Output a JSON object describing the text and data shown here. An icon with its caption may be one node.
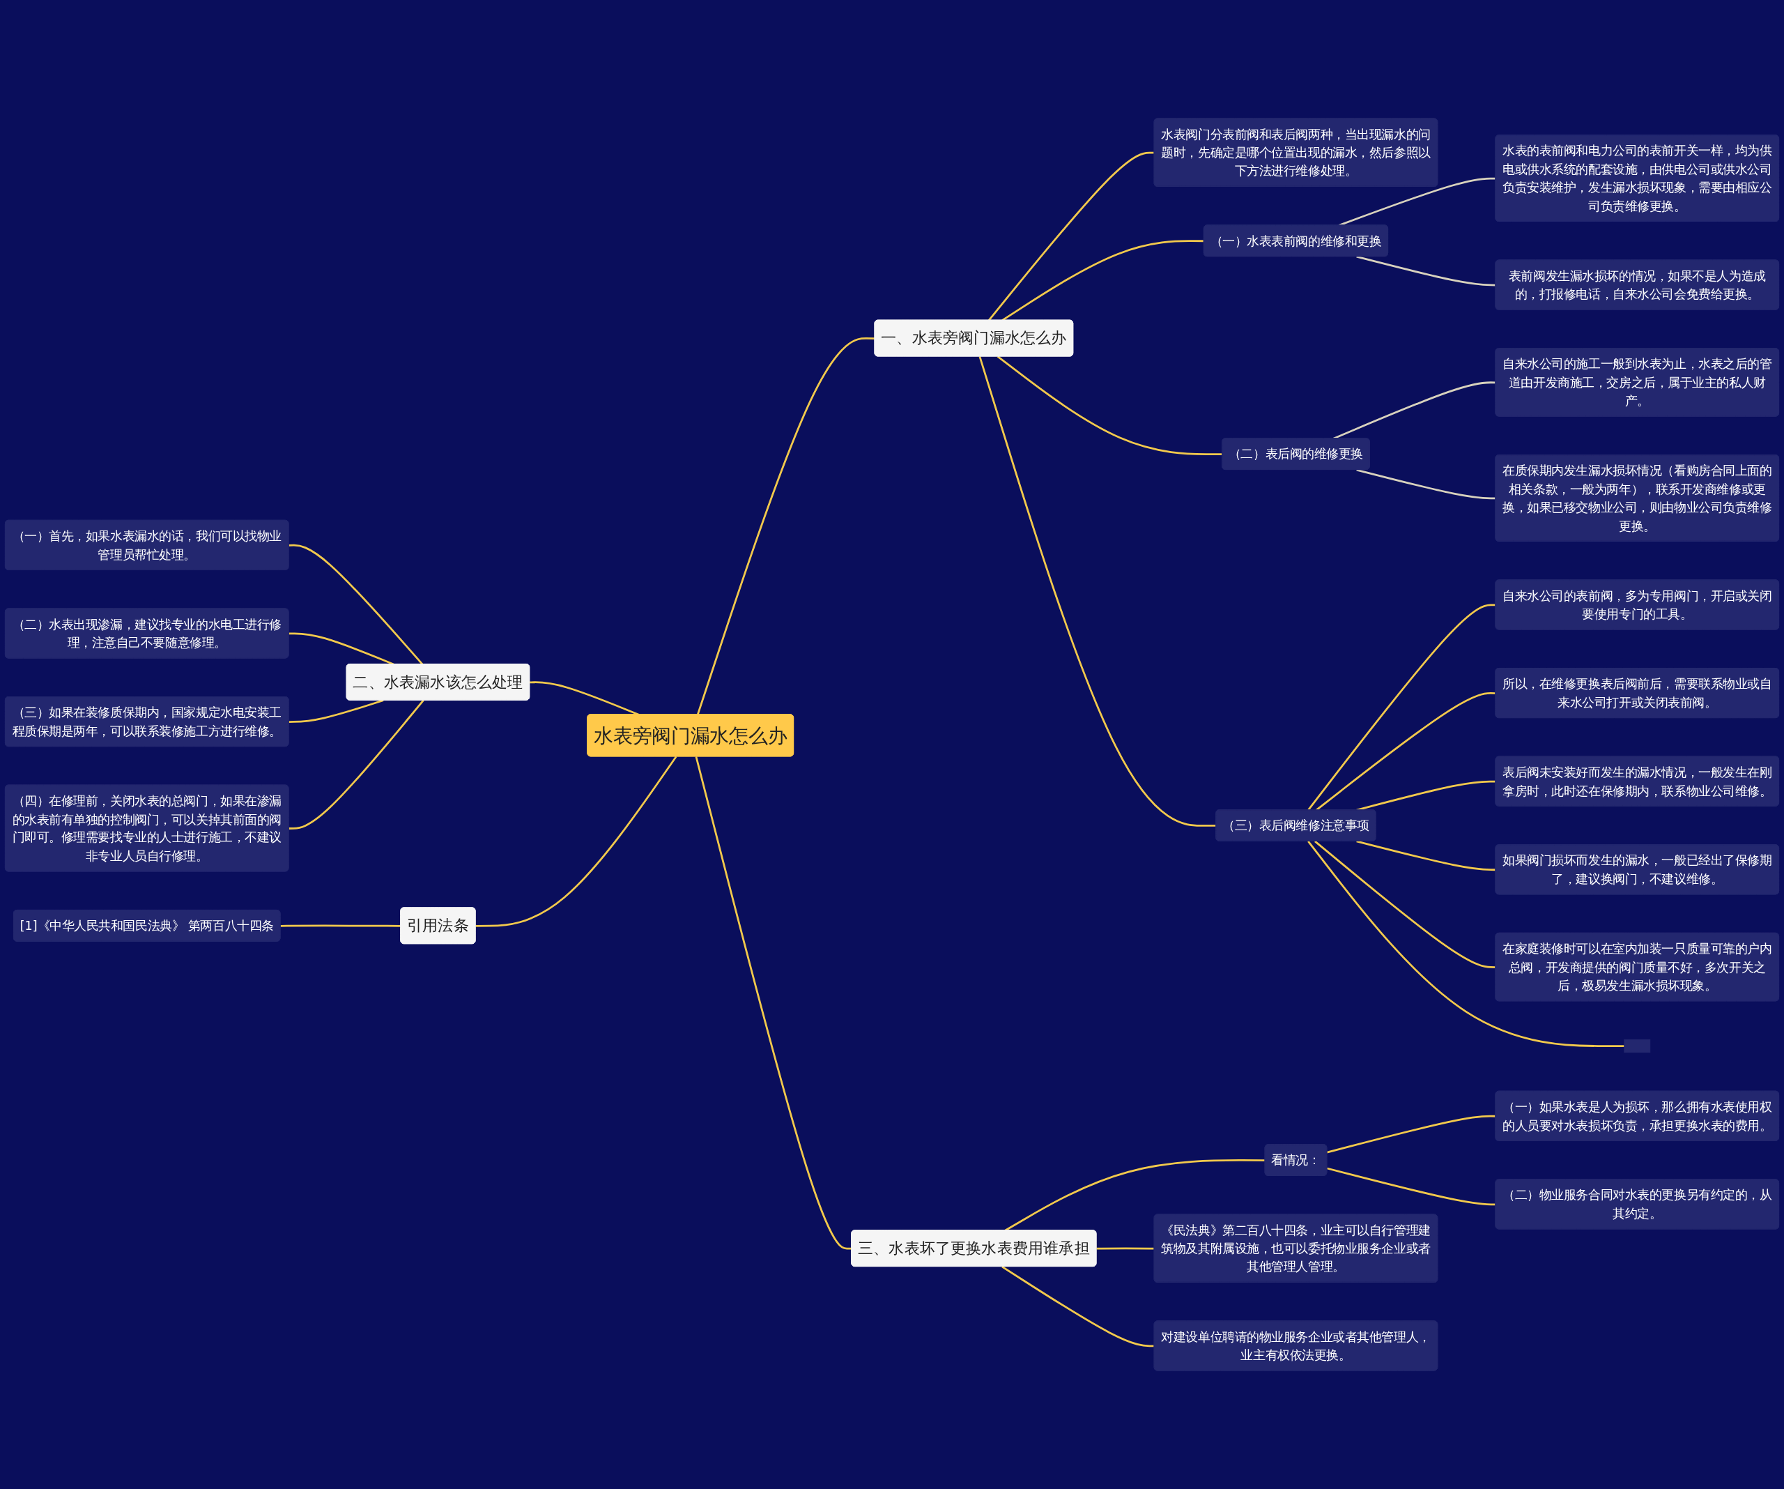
{
  "diagram": {
    "nodes": [
      {
        "text": [
          "水表旁阀门漏水怎么办"
        ]
      },
      {
        "text": [
          "一、水表旁阀门漏水怎么办"
        ]
      },
      {
        "text": [
          "水表阀门分表前阀和表后阀两种，当出现漏水的问题时，先确定是哪个位置出现的漏水，然后参照以下方法进行维修处理。"
        ]
      },
      {
        "text": [
          "（一）水表表前阀的维修和更换"
        ]
      },
      {
        "text": [
          "水表的表前阀和电力公司的表前开关一样，均为供电或供水系统的配套设施，由供电公司或供水公司负责安装维护，发生漏水损坏现象，需要由相应公司负责维修更换。"
        ]
      },
      {
        "text": [
          "表前阀发生漏水损坏的情况，如果不是人为造成的，打报修电话，自来水公司会免费给更换。"
        ]
      },
      {
        "text": [
          "（二）表后阀的维修更换"
        ]
      },
      {
        "text": [
          "自来水公司的施工一般到水表为止，水表之后的管道由开发商施工，交房之后，属于业主的私人财产。"
        ]
      },
      {
        "text": [
          "在质保期内发生漏水损坏情况（看购房合同上面的相关条款，一般为两年），联系开发商维修或更换，如果已移交物业公司，则由物业公司负责维修更换。"
        ]
      },
      {
        "text": [
          "（三）表后阀维修注意事项"
        ]
      },
      {
        "text": [
          "自来水公司的表前阀，多为专用阀门，开启或关闭要使用专门的工具。"
        ]
      },
      {
        "text": [
          "所以，在维修更换表后阀前后，需要联系物业或自来水公司打开或关闭表前阀。"
        ]
      },
      {
        "text": [
          "表后阀未安装好而发生的漏水情况，一般发生在刚拿房时，此时还在保修期内，联系物业公司维修。"
        ]
      },
      {
        "text": [
          "如果阀门损坏而发生的漏水，一般已经出了保修期了，建议换阀门，不建议维修。"
        ]
      },
      {
        "text": [
          "在家庭装修时可以在室内加装一只质量可靠的户内总阀，开发商提供的阀门质量不好，多次开关之后，极易发生漏水损坏现象。"
        ]
      },
      {
        "text": [],
        "shape": "box"
      },
      {
        "text": [
          "三、水表坏了更换水表费用谁承担"
        ]
      },
      {
        "text": [
          "看情况："
        ]
      },
      {
        "text": [
          "（一）如果水表是人为损坏，那么拥有水表使用权的人员要对水表损坏负责，承担更换水表的费用。"
        ]
      },
      {
        "text": [
          "（二）物业服务合同对水表的更换另有约定的，从其约定。"
        ]
      },
      {
        "text": [
          "《民法典》第二百八十四条，业主可以自行管理建筑物及其附属设施，也可以委托物业服务企业或者其他管理人管理。"
        ]
      },
      {
        "text": [
          "对建设单位聘请的物业服务企业或者其他管理人，业主有权依法更换。"
        ]
      },
      {
        "text": [
          "二、水表漏水该怎么处理"
        ]
      },
      {
        "text": [
          "（一）首先，如果水表漏水的话，我们可以找物业管理员帮忙处理。"
        ]
      },
      {
        "text": [
          "（二）水表出现渗漏，建议找专业的水电工进行修理，注意自己不要随意修理。"
        ]
      },
      {
        "text": [
          "（三）如果在装修质保期内，国家规定水电安装工程质保期是两年，可以联系装修施工方进行维修。"
        ]
      },
      {
        "text": [
          "（四）在修理前，关闭水表的总阀门，如果在渗漏的水表前有单独的控制阀门，可以关掉其前面的阀门即可。修理需要找专业的人士进行施工，不建议非专业人员自行修理。"
        ]
      },
      {
        "text": [
          "引用法条"
        ]
      },
      {
        "text": [
          "[1]《中华人民共和国民法典》 第两百八十四条"
        ]
      }
    ],
    "edges": [
      {
        "from": 0,
        "to": 1,
        "arrow": "none"
      },
      {
        "from": 1,
        "to": 2,
        "arrow": "none"
      },
      {
        "from": 1,
        "to": 3,
        "arrow": "none"
      },
      {
        "from": 3,
        "to": 4,
        "arrow": "none",
        "color": "#d8d2bd"
      },
      {
        "from": 3,
        "to": 5,
        "arrow": "none",
        "color": "#d8d2bd"
      },
      {
        "from": 1,
        "to": 6,
        "arrow": "none"
      },
      {
        "from": 6,
        "to": 7,
        "arrow": "none",
        "color": "#d8d2bd"
      },
      {
        "from": 6,
        "to": 8,
        "arrow": "none",
        "color": "#d8d2bd"
      },
      {
        "from": 1,
        "to": 9,
        "arrow": "none"
      },
      {
        "from": 9,
        "to": 10,
        "arrow": "none"
      },
      {
        "from": 9,
        "to": 11,
        "arrow": "none"
      },
      {
        "from": 9,
        "to": 12,
        "arrow": "none"
      },
      {
        "from": 9,
        "to": 13,
        "arrow": "none"
      },
      {
        "from": 9,
        "to": 14,
        "arrow": "none"
      },
      {
        "from": 9,
        "to": 15,
        "arrow": "none"
      },
      {
        "from": 0,
        "to": 16,
        "arrow": "none"
      },
      {
        "from": 16,
        "to": 17,
        "arrow": "none"
      },
      {
        "from": 17,
        "to": 18,
        "arrow": "none"
      },
      {
        "from": 17,
        "to": 19,
        "arrow": "none"
      },
      {
        "from": 16,
        "to": 20,
        "arrow": "none"
      },
      {
        "from": 16,
        "to": 21,
        "arrow": "none"
      },
      {
        "from": 22,
        "to": 0,
        "arrow": "none"
      },
      {
        "from": 23,
        "to": 22,
        "arrow": "none"
      },
      {
        "from": 24,
        "to": 22,
        "arrow": "none"
      },
      {
        "from": 25,
        "to": 22,
        "arrow": "none"
      },
      {
        "from": 26,
        "to": 22,
        "arrow": "none"
      },
      {
        "from": 27,
        "to": 0,
        "arrow": "none"
      },
      {
        "from": 28,
        "to": 27,
        "arrow": "none"
      }
    ]
  }
}
